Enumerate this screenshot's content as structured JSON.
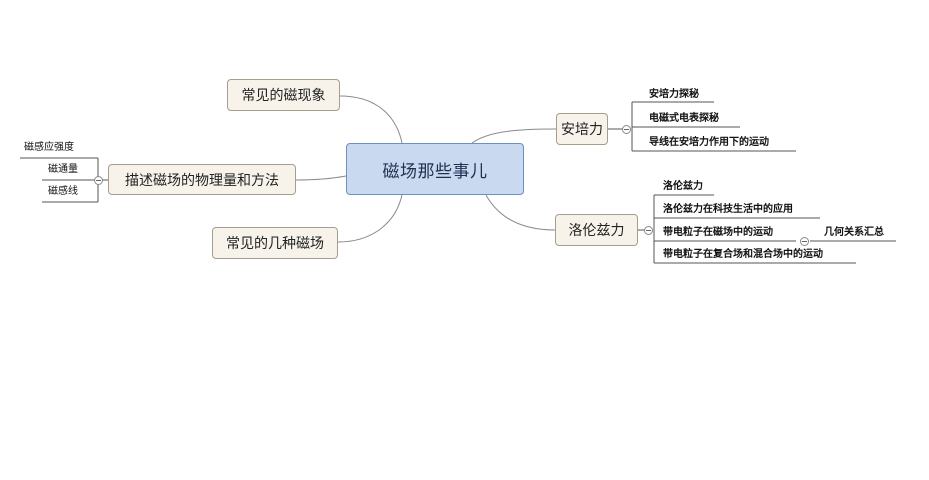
{
  "map": {
    "central": "磁场那些事儿",
    "left": {
      "phenomena": "常见的磁现象",
      "quantities": {
        "label": "描述磁场的物理量和方法",
        "children": [
          "磁感应强度",
          "磁通量",
          "磁感线"
        ]
      },
      "fields": "常见的几种磁场"
    },
    "right": {
      "ampere": {
        "label": "安培力",
        "children": [
          "安培力探秘",
          "电磁式电表探秘",
          "导线在安培力作用下的运动"
        ]
      },
      "lorentz": {
        "label": "洛伦兹力",
        "children": [
          "洛伦兹力",
          "洛伦兹力在科技生活中的应用",
          "带电粒子在磁场中的运动",
          "带电粒子在复合场和混合场中的运动"
        ],
        "grandchild": "几何关系汇总"
      }
    }
  },
  "colors": {
    "central_fill": "#c9d9f0",
    "central_border": "#6f8fbf",
    "branch_fill": "#f7f3ea",
    "branch_border": "#a69e8c",
    "link": "#8a8a8a"
  }
}
